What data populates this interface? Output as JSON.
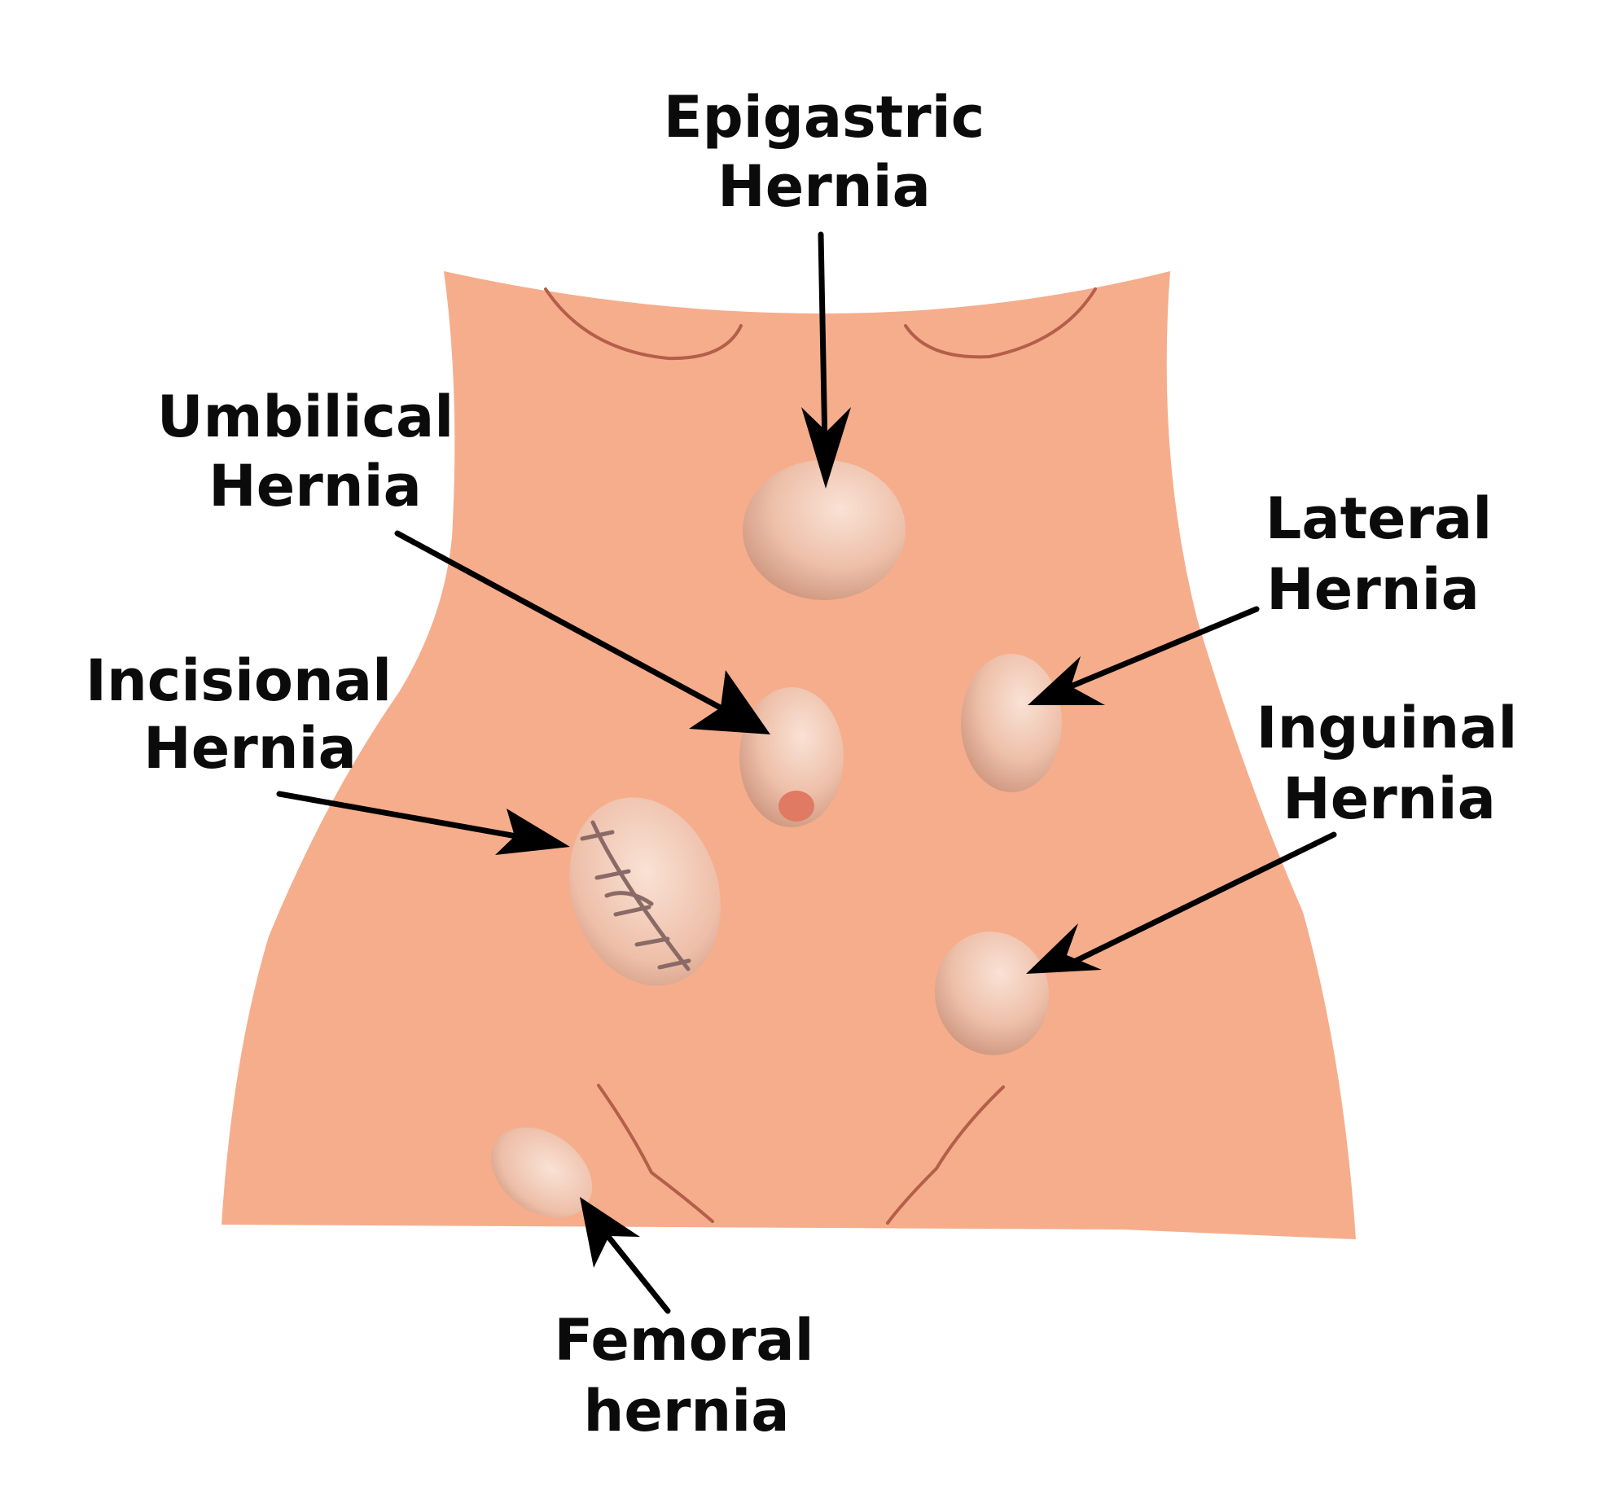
{
  "diagram": {
    "colors": {
      "background": "#ffffff",
      "skin": "#f6ad8c",
      "crease": "#b35f4a",
      "bulge_light": "#f8dccd",
      "bulge_dark": "#c98f77",
      "navel": "#e07a62",
      "arrow": "#000000",
      "text": "#0b0b0b"
    },
    "labels": {
      "epigastric": {
        "line1": "Epigastric",
        "line2": "Hernia"
      },
      "umbilical": {
        "line1": "Umbilical",
        "line2": "Hernia"
      },
      "lateral": {
        "line1": "Lateral",
        "line2": "Hernia"
      },
      "incisional": {
        "line1": "Incisional",
        "line2": "Hernia"
      },
      "inguinal": {
        "line1": "Inguinal",
        "line2": "Hernia"
      },
      "femoral": {
        "line1": "Femoral",
        "line2": "hernia"
      }
    }
  }
}
